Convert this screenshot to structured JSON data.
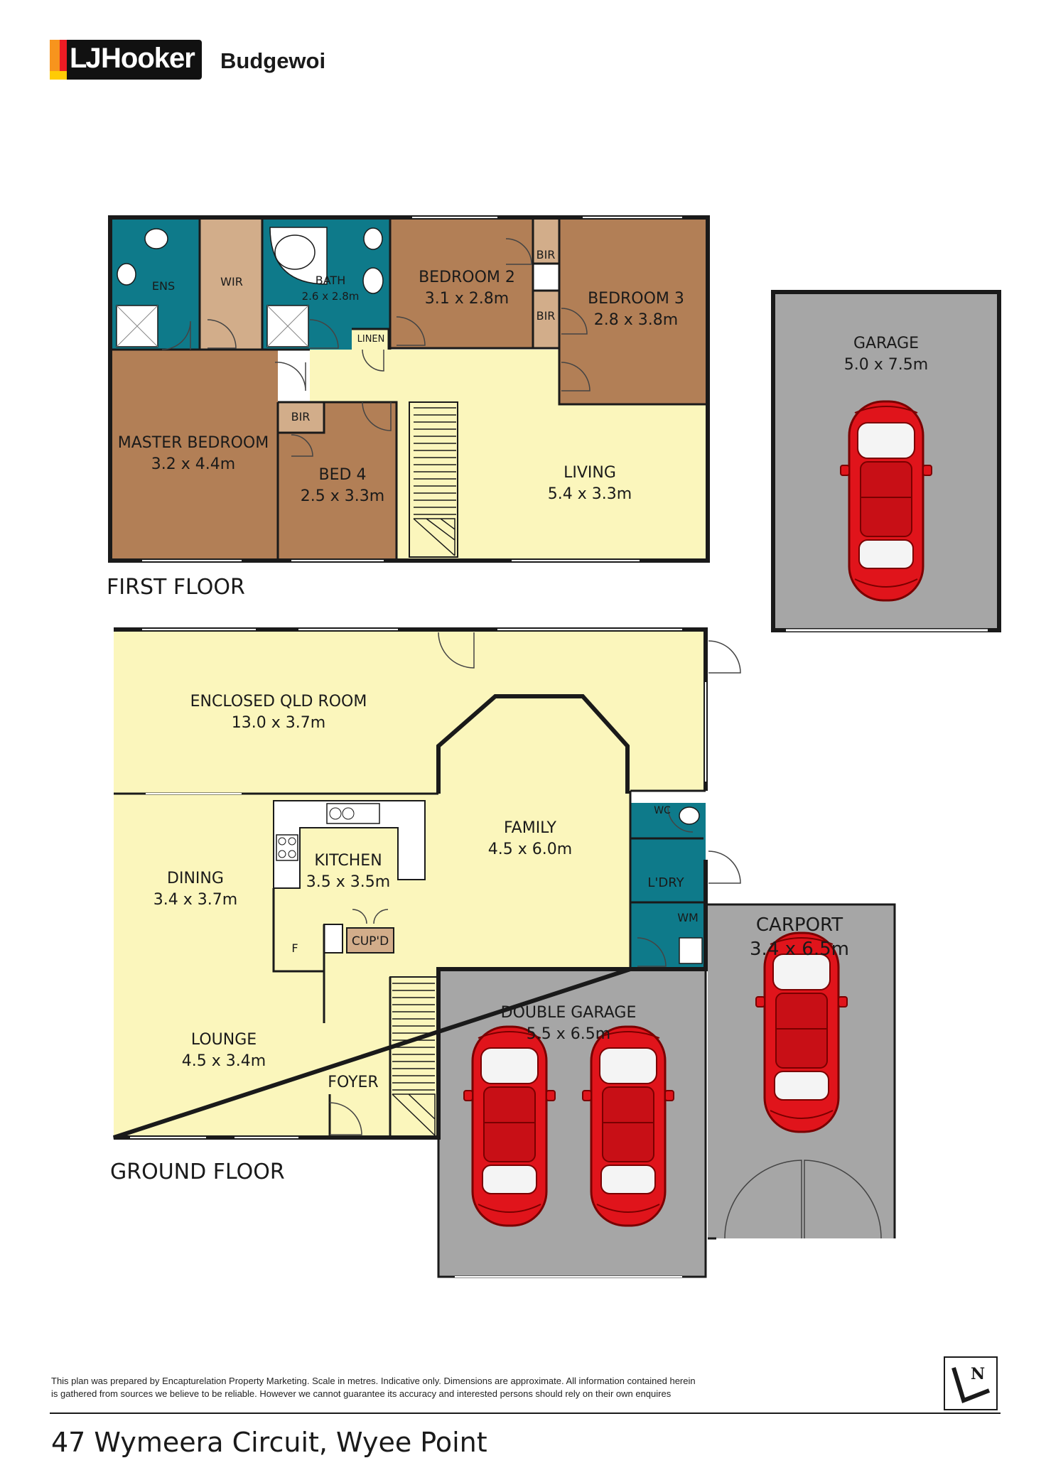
{
  "brand": {
    "logo_text_lj": "LJ",
    "logo_text": "Hooker",
    "office": "Budgewoi",
    "stripe_colors": [
      "#f7941d",
      "#ed1c24",
      "#ffcb05"
    ]
  },
  "colors": {
    "living": "#fbf6bc",
    "bedroom": "#b27f56",
    "wet": "#0e7a8a",
    "storage": "#d2ad8a",
    "garage": "#a6a6a6",
    "car": "#e0141b"
  },
  "first_floor": {
    "label": "FIRST FLOOR",
    "rooms": {
      "ens": "ENS",
      "wir": "WIR",
      "bath": "BATH",
      "bath_dims": "2.6 x 2.8m",
      "linen": "LINEN",
      "bedroom2": "BEDROOM 2",
      "bedroom2_dims": "3.1 x 2.8m",
      "bir_a": "BIR",
      "bir_b": "BIR",
      "bedroom3": "BEDROOM 3",
      "bedroom3_dims": "2.8 x 3.8m",
      "master": "MASTER BEDROOM",
      "master_dims": "3.2 x 4.4m",
      "bir_c": "BIR",
      "bed4": "BED 4",
      "bed4_dims": "2.5 x 3.3m",
      "living": "LIVING",
      "living_dims": "5.4 x 3.3m"
    }
  },
  "detached_garage": {
    "name": "GARAGE",
    "dims": "5.0 x 7.5m"
  },
  "ground_floor": {
    "label": "GROUND FLOOR",
    "rooms": {
      "qld": "ENCLOSED QLD ROOM",
      "qld_dims": "13.0 x 3.7m",
      "family": "FAMILY",
      "family_dims": "4.5 x 6.0m",
      "wc": "WC",
      "ldry": "L'DRY",
      "wm": "WM",
      "kitchen": "KITCHEN",
      "kitchen_dims": "3.5 x 3.5m",
      "dining": "DINING",
      "dining_dims": "3.4 x 3.7m",
      "cupd": "CUP'D",
      "f": "F",
      "lounge": "LOUNGE",
      "lounge_dims": "4.5 x 3.4m",
      "foyer": "FOYER",
      "dgarage": "DOUBLE GARAGE",
      "dgarage_dims": "5.5 x 6.5m",
      "carport": "CARPORT",
      "carport_dims": "3.4 x 6.5m"
    }
  },
  "footer": {
    "disclaimer_line1": "This plan was  prepared by Encapturelation Property Marketing. Scale in metres. Indicative only. Dimensions are approximate. All information contained herein",
    "disclaimer_line2": "is gathered from sources we believe to be reliable. However we cannot guarantee its accuracy and interested persons should rely on their own enquires",
    "address": "47 Wymeera Circuit, Wyee Point",
    "compass_letter": "N"
  }
}
